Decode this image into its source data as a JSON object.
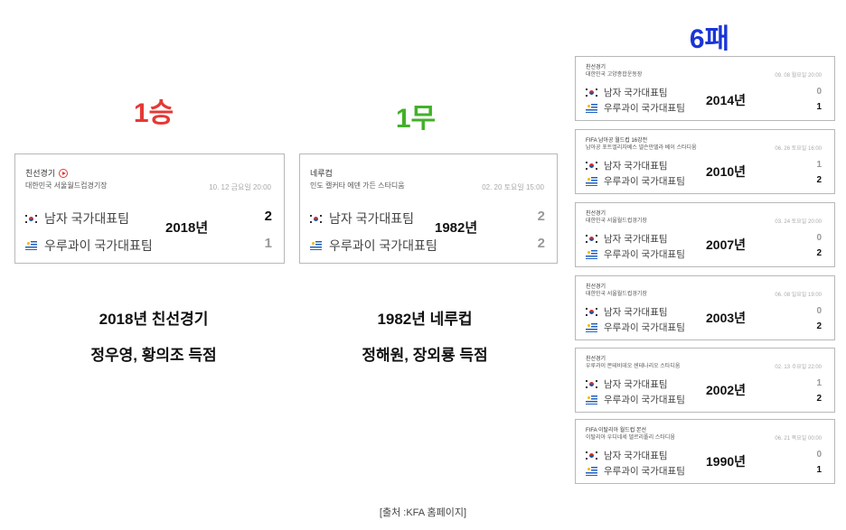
{
  "headlines": {
    "win": {
      "text": "1승",
      "color": "#e53935"
    },
    "draw": {
      "text": "1무",
      "color": "#43b02a"
    },
    "loss": {
      "text": "6패",
      "color": "#1a35d6"
    }
  },
  "teams": {
    "home": "남자 국가대표팀",
    "away": "우루과이 국가대표팀"
  },
  "win_card": {
    "competition": "친선경기",
    "venue": "대한민국 서울월드컵경기장",
    "datetime": "10. 12 금요일 20:00",
    "year": "2018년",
    "score_home": "2",
    "score_away": "1"
  },
  "draw_card": {
    "competition": "네루컵",
    "venue": "인도 캘커타 에덴 가든 스타디움",
    "datetime": "02. 20 토요일 15:00",
    "year": "1982년",
    "score_home": "2",
    "score_away": "2"
  },
  "loss_cards": [
    {
      "competition": "친선경기",
      "venue": "대한민국 고양종합운동장",
      "datetime": "09. 08 월요일 20:00",
      "year": "2014년",
      "score_home": "0",
      "score_away": "1"
    },
    {
      "competition": "FIFA 남아공 월드컵 16강전",
      "venue": "남아공 포트엘리자베스 넬슨만델라 베이 스타디움",
      "datetime": "06. 26 토요일 16:00",
      "year": "2010년",
      "score_home": "1",
      "score_away": "2"
    },
    {
      "competition": "친선경기",
      "venue": "대한민국 서울월드컵경기장",
      "datetime": "03. 24 토요일 20:00",
      "year": "2007년",
      "score_home": "0",
      "score_away": "2"
    },
    {
      "competition": "친선경기",
      "venue": "대한민국 서울월드컵경기장",
      "datetime": "06. 08 일요일 19:00",
      "year": "2003년",
      "score_home": "0",
      "score_away": "2"
    },
    {
      "competition": "친선경기",
      "venue": "우루과이 몬테비데오 센테나리오 스타디움",
      "datetime": "02. 13 수요일 22:00",
      "year": "2002년",
      "score_home": "1",
      "score_away": "2"
    },
    {
      "competition": "FIFA 이탈리아 월드컵 본선",
      "venue": "이탈리아 우디네세 델르리폴리 스타디움",
      "datetime": "06. 21 목요일 00:00",
      "year": "1990년",
      "score_home": "0",
      "score_away": "1"
    }
  ],
  "captions": {
    "win_title": "2018년 친선경기",
    "win_scorers": "정우영, 황의조 득점",
    "draw_title": "1982년 네루컵",
    "draw_scorers": "정해원, 장외룡 득점"
  },
  "source": "[출처 :KFA 홈페이지]"
}
